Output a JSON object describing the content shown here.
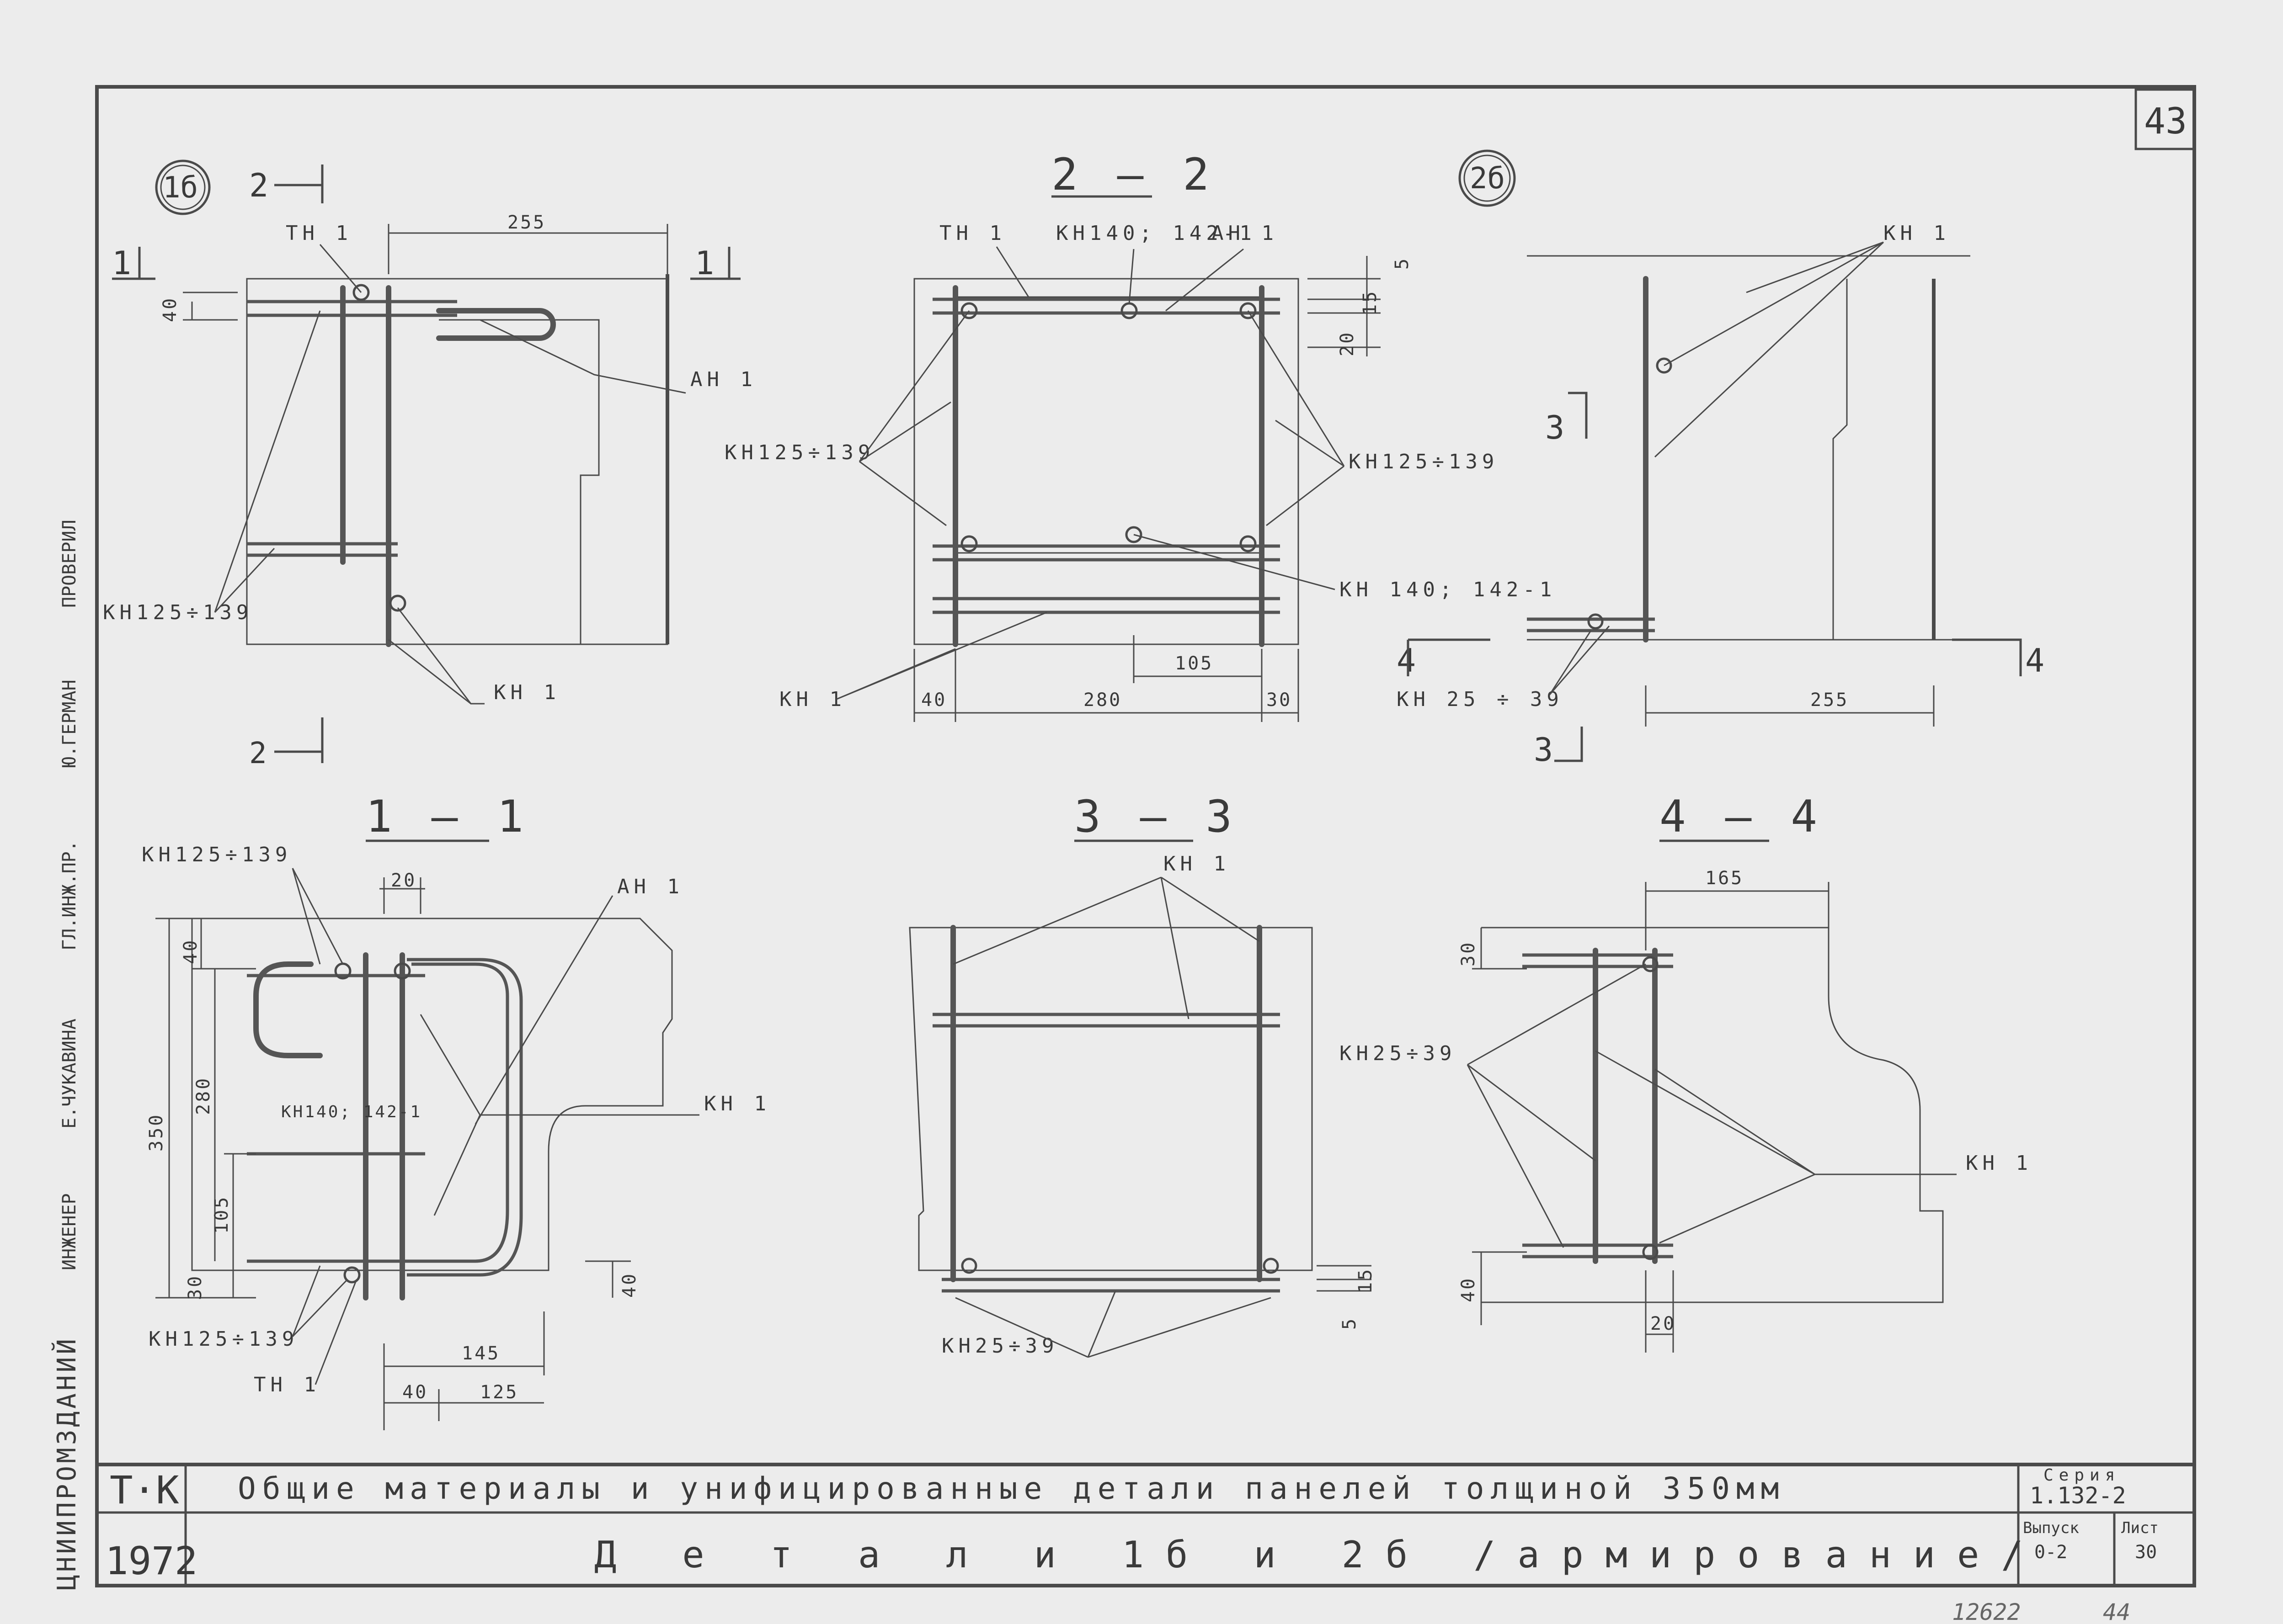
{
  "sheet_number": "43",
  "footer_handwritten": [
    "12622",
    "44"
  ],
  "side_stamp": {
    "org": "ЦНИИПРОМЗДАНИЙ",
    "roles": [
      "ИНЖЕНЕР",
      "ГЛ.ИНЖ.ПР."
    ],
    "names": [
      "Е.ЧУКАВИНА",
      "Ю.ГЕРМАН"
    ],
    "misc": "ПРОВЕРИЛ"
  },
  "title_block": {
    "code": "Т·К",
    "year": "1972",
    "title": "Общие материалы и унифицированные детали панелей толщиной 350мм",
    "subtitle": "Д е т а л и 1б и 2б /армирование/",
    "series_label": "Серия",
    "series_value": "1.132-2",
    "issue_label": "Выпуск",
    "issue_value": "0-2",
    "sheet_label": "Лист",
    "sheet_value": "30"
  },
  "details": {
    "d1b": {
      "badge": "1б",
      "cut_top": "2",
      "cut_side": "1",
      "cut_bottom": "2",
      "labels": [
        "ТН 1",
        "АН 1",
        "КН125÷139",
        "КН 1"
      ],
      "dims": [
        "255",
        "40"
      ]
    },
    "s22": {
      "title": "2 — 2",
      "labels": [
        "ТН 1",
        "КН140; 142-1",
        "АН 1",
        "КН125÷139",
        "КН125÷139",
        "КН 140; 142-1",
        "КН 1"
      ],
      "dims": [
        "5",
        "15",
        "20",
        "105",
        "40",
        "280",
        "30"
      ]
    },
    "d2b": {
      "badge": "2б",
      "cut": "3",
      "cut4": "4",
      "labels": [
        "КН 1",
        "КН 25 ÷ 39"
      ],
      "dims": [
        "255"
      ]
    },
    "s11": {
      "title": "1 — 1",
      "labels": [
        "КН125÷139",
        "АН 1",
        "КН140; 142-1",
        "КН 1",
        "КН125÷139",
        "ТН 1"
      ],
      "dims": [
        "20",
        "40",
        "280",
        "350",
        "105",
        "30",
        "40",
        "145",
        "40",
        "125"
      ]
    },
    "s33": {
      "title": "3 — 3",
      "labels": [
        "КН 1",
        "КН25÷39"
      ],
      "dims": [
        "15",
        "5"
      ]
    },
    "s44": {
      "title": "4 — 4",
      "labels": [
        "КН25÷39",
        "КН 1"
      ],
      "dims": [
        "165",
        "30",
        "40",
        "20"
      ]
    }
  }
}
